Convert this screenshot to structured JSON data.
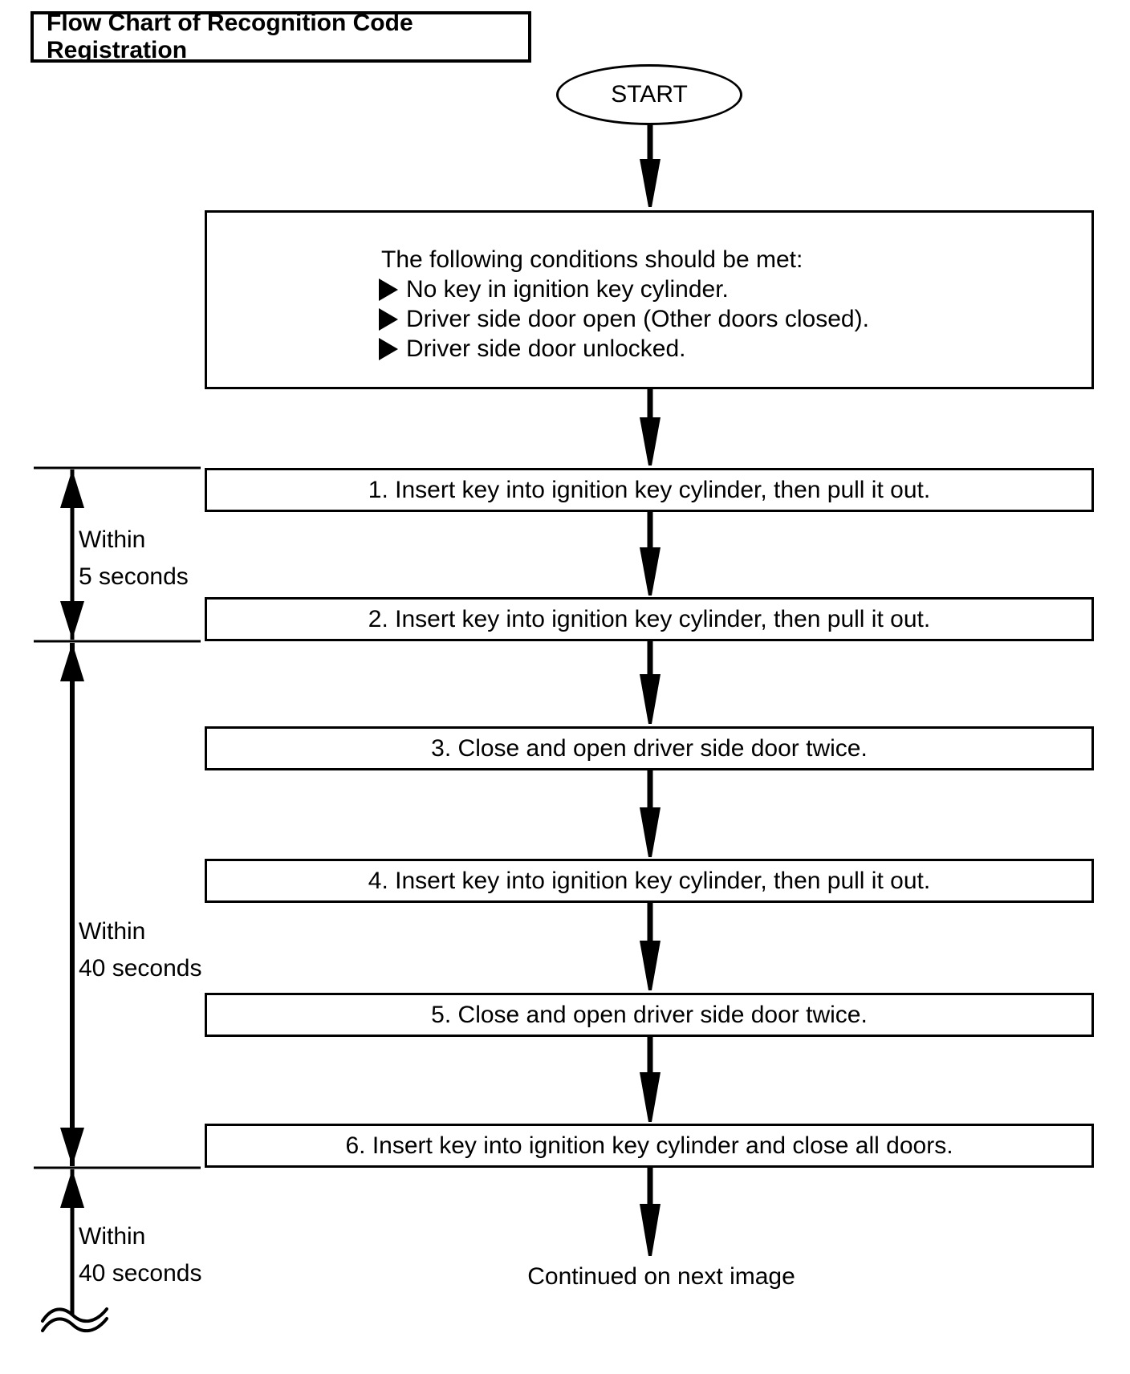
{
  "title": "Flow Chart of Recognition Code Registration",
  "flowchart": {
    "start": "START",
    "conditions": {
      "intro": "The following conditions should be met:",
      "items": [
        "No key in ignition key cylinder.",
        "Driver side door open (Other doors closed).",
        "Driver side door unlocked."
      ]
    },
    "steps": [
      "1. Insert key into ignition key cylinder, then pull it out.",
      "2. Insert key into ignition key cylinder, then pull it out.",
      "3. Close and open driver side door twice.",
      "4. Insert key into ignition key cylinder, then pull it out.",
      "5. Close and open driver side door twice.",
      "6. Insert key into ignition key cylinder and close all doors."
    ],
    "timers": [
      {
        "line1": "Within",
        "line2": "5 seconds"
      },
      {
        "line1": "Within",
        "line2": "40 seconds"
      },
      {
        "line1": "Within",
        "line2": "40 seconds"
      }
    ],
    "footer": "Continued on next image"
  },
  "colors": {
    "ink": "#000000",
    "background": "#ffffff"
  }
}
